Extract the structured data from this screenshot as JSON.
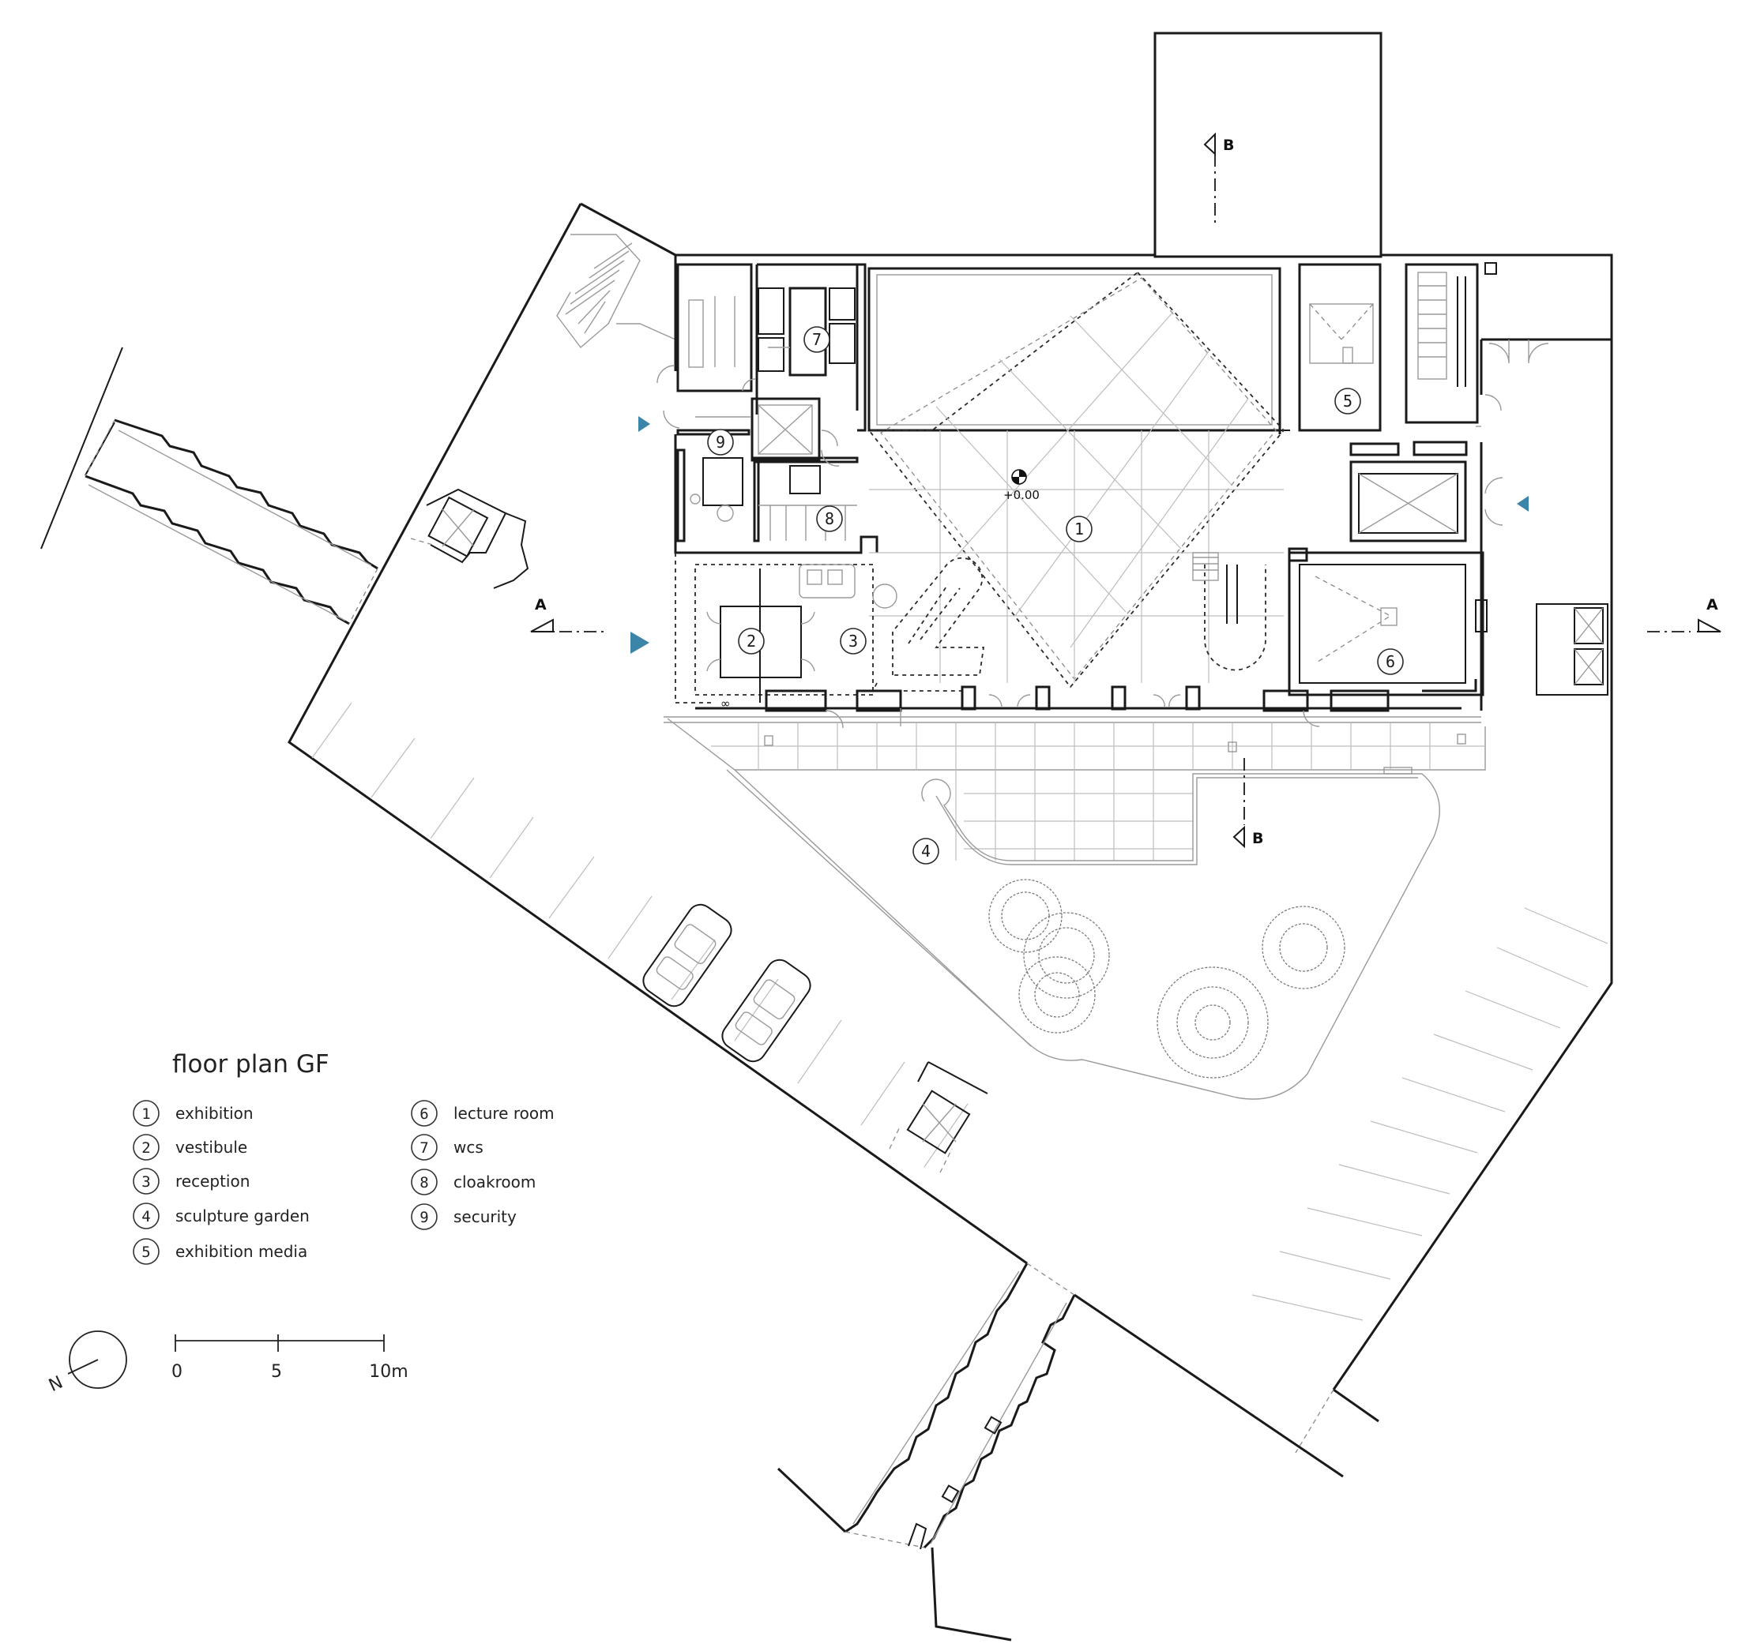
{
  "title": "floor plan GF",
  "rooms": [
    {
      "num": "1",
      "name": "exhibition"
    },
    {
      "num": "2",
      "name": "vestibule"
    },
    {
      "num": "3",
      "name": "reception"
    },
    {
      "num": "4",
      "name": "sculpture garden"
    },
    {
      "num": "5",
      "name": "exhibition media"
    },
    {
      "num": "6",
      "name": "lecture room"
    },
    {
      "num": "7",
      "name": "wcs"
    },
    {
      "num": "8",
      "name": "cloakroom"
    },
    {
      "num": "9",
      "name": "security"
    }
  ],
  "level_mark": "+0.00",
  "sections": {
    "a": "A",
    "b": "B"
  },
  "scale": {
    "labels": [
      "0",
      "5",
      "10m"
    ]
  },
  "north_label": "N",
  "colors": {
    "entrance_marker": "#3b86a8",
    "line": "#1a1a1a",
    "faint_line": "#9a9a9a"
  }
}
